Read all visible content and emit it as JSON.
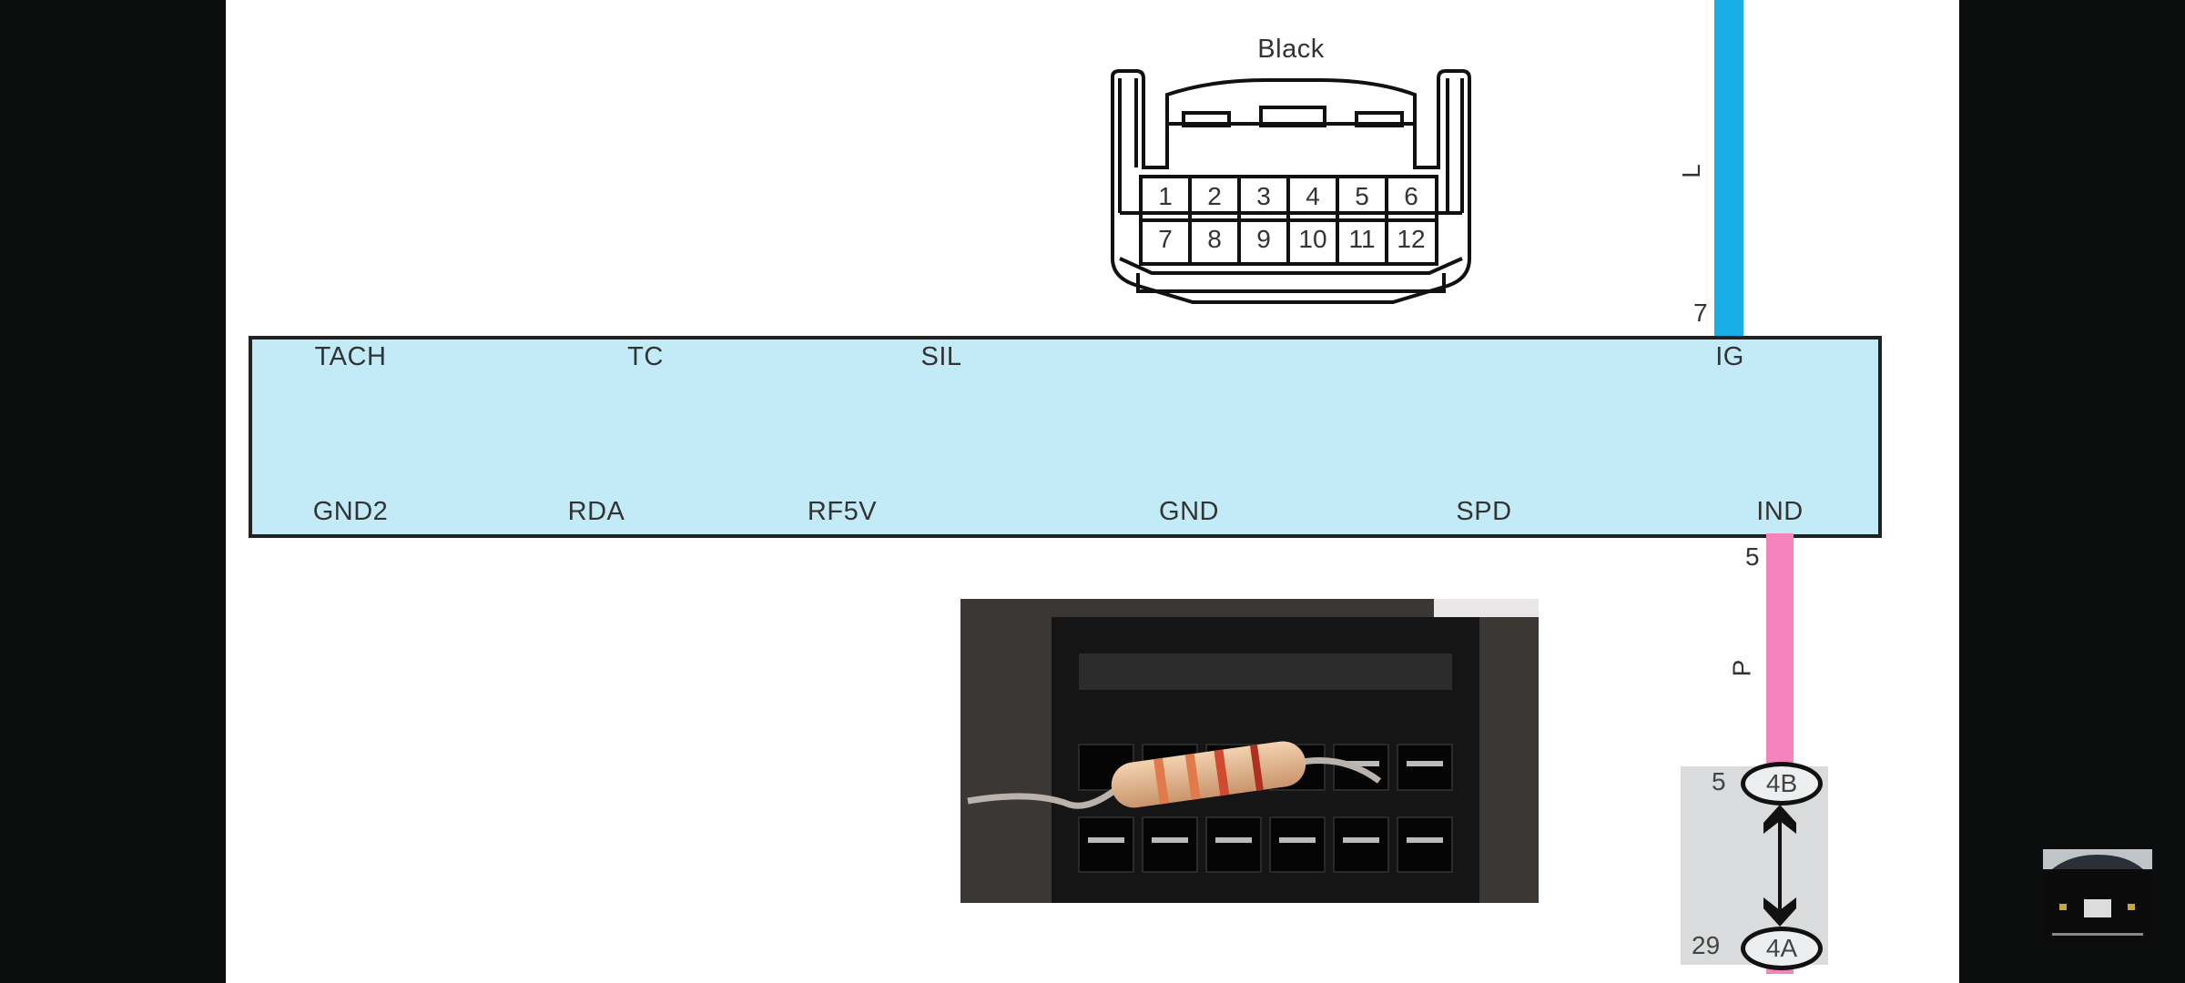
{
  "connector": {
    "color_label": "Black",
    "pins_row1": [
      "1",
      "2",
      "3",
      "4",
      "5",
      "6"
    ],
    "pins_row2": [
      "7",
      "8",
      "9",
      "10",
      "11",
      "12"
    ]
  },
  "ecu": {
    "top_terminals": [
      "TACH",
      "TC",
      "SIL",
      "IG"
    ],
    "bottom_terminals": [
      "GND2",
      "RDA",
      "RF5V",
      "GND",
      "SPD",
      "IND"
    ]
  },
  "wires": {
    "ig": {
      "color_code": "L",
      "pin": "7",
      "color": "#1aaee6"
    },
    "ind": {
      "color_code": "P",
      "pin": "5",
      "color": "#f484bb"
    }
  },
  "junction": {
    "top": {
      "pin": "5",
      "connector": "4B"
    },
    "bottom": {
      "pin": "29",
      "connector": "4A"
    }
  }
}
